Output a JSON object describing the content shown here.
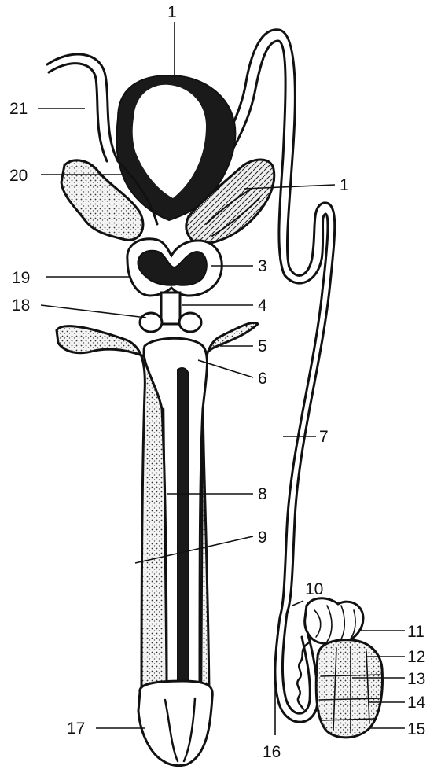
{
  "labels": {
    "l1": "1",
    "l1b": "1",
    "l3": "3",
    "l4": "4",
    "l5": "5",
    "l6": "6",
    "l7": "7",
    "l8": "8",
    "l9": "9",
    "l10": "10",
    "l11": "11",
    "l12": "12",
    "l13": "13",
    "l14": "14",
    "l15": "15",
    "l16": "16",
    "l17": "17",
    "l18": "18",
    "l19": "19",
    "l20": "20",
    "l21": "21"
  }
}
